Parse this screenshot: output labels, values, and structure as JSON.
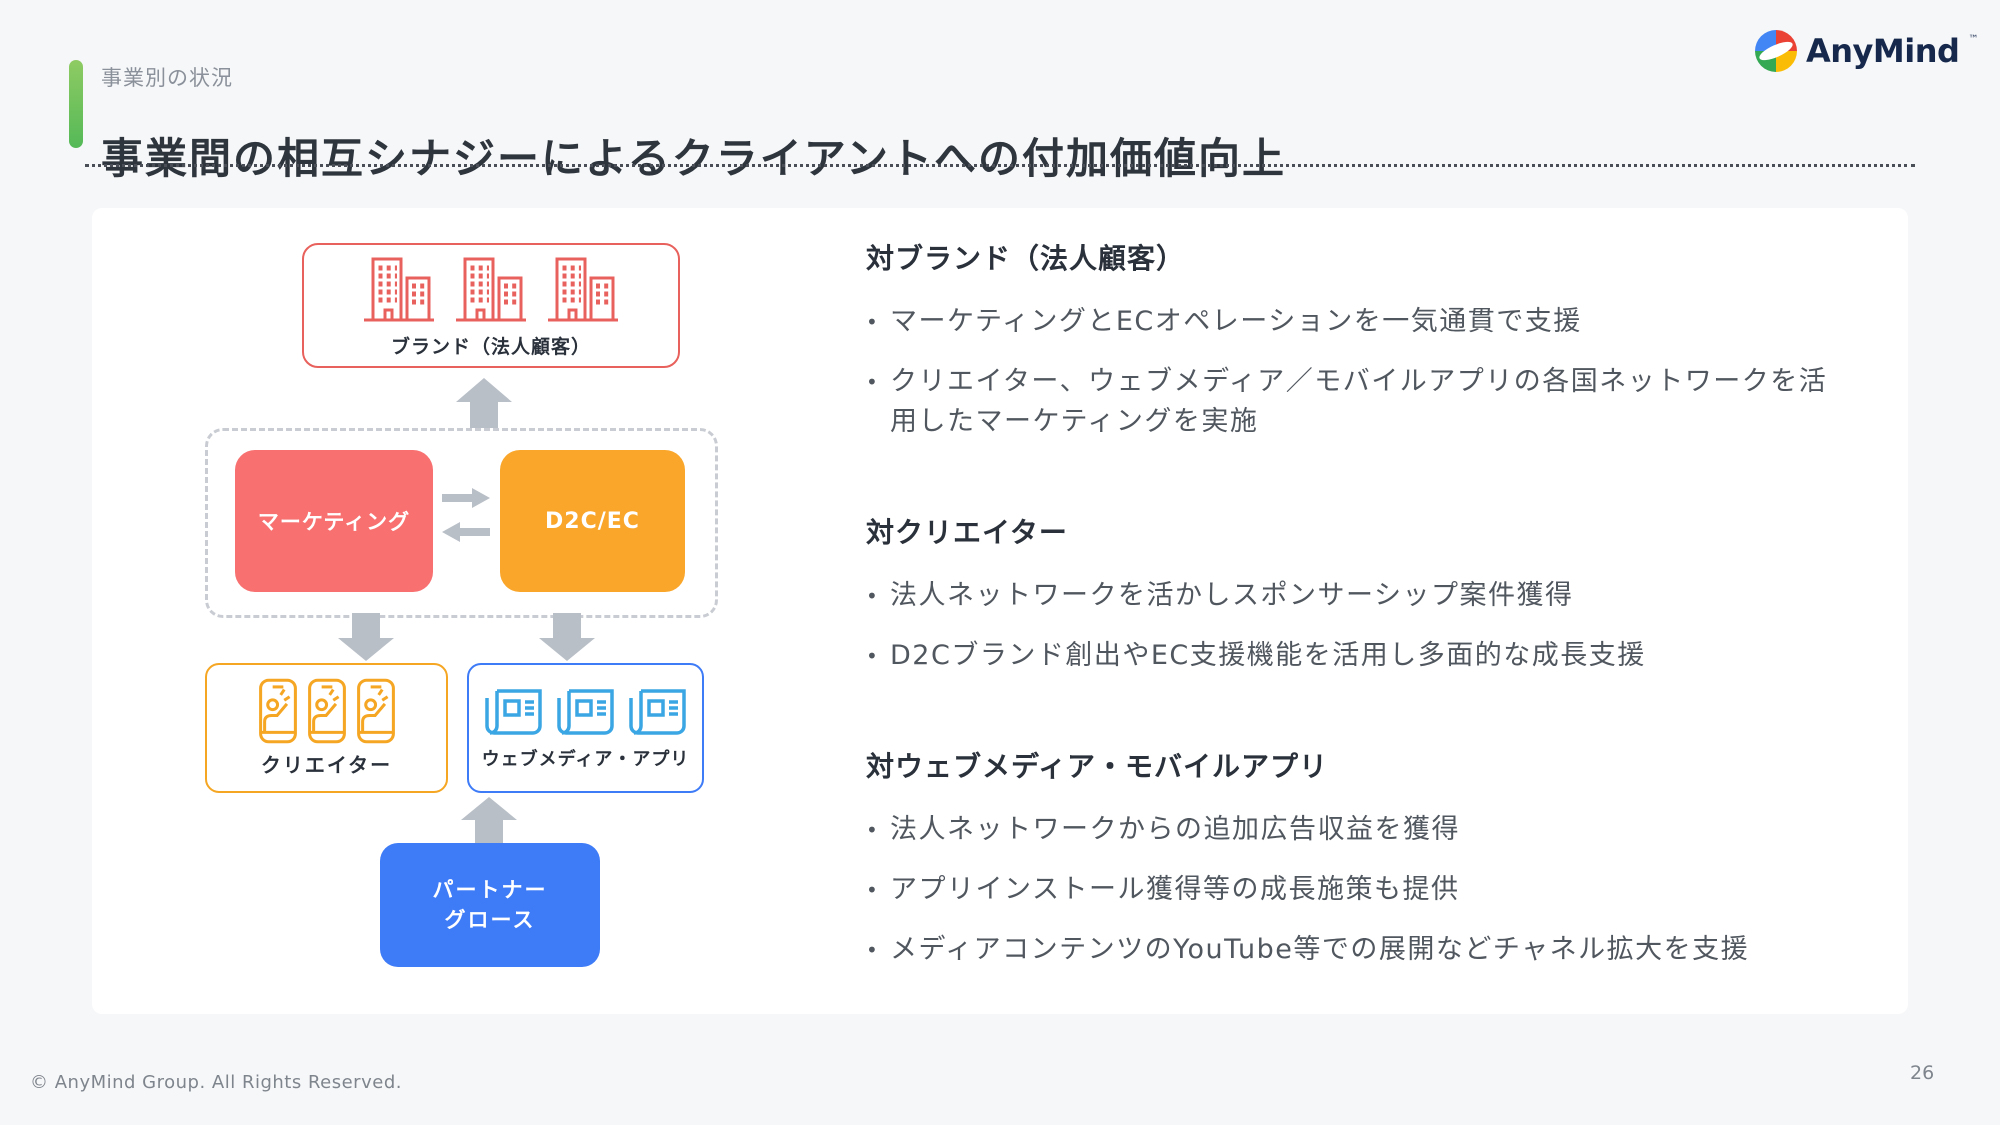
{
  "ui": {
    "bullet": "•"
  },
  "header": {
    "kicker": "事業別の状況",
    "title": "事業間の相互シナジーによるクライアントへの付加価値向上",
    "logo": {
      "text": "AnyMind",
      "tm": "™"
    }
  },
  "diagram": {
    "brand": {
      "label": "ブランド（法人顧客）"
    },
    "marketing": {
      "label": "マーケティング"
    },
    "d2c": {
      "label": "D2C/EC"
    },
    "creator": {
      "label": "クリエイター"
    },
    "media": {
      "label": "ウェブメディア・アプリ"
    },
    "partner": {
      "line1": "パートナー",
      "line2": "グロース"
    }
  },
  "sections": [
    {
      "heading": "対ブランド（法人顧客）",
      "bullets": [
        "マーケティングとECオペレーションを一気通貫で支援",
        "クリエイター、ウェブメディア／モバイルアプリの各国ネットワークを活用したマーケティングを実施"
      ]
    },
    {
      "heading": "対クリエイター",
      "bullets": [
        "法人ネットワークを活かしスポンサーシップ案件獲得",
        "D2Cブランド創出やEC支援機能を活用し多面的な成長支援"
      ]
    },
    {
      "heading": "対ウェブメディア・モバイルアプリ",
      "bullets": [
        "法人ネットワークからの追加広告収益を獲得",
        "アプリインストール獲得等の成長施策も提供",
        "メディアコンテンツのYouTube等での展開などチャネル拡大を支援"
      ]
    }
  ],
  "footer": {
    "copyright": "© AnyMind Group. All Rights Reserved.",
    "page": "26"
  },
  "colors": {
    "accent_salmon": "#f87070",
    "accent_orange": "#f9a62b",
    "accent_blue": "#3e7bf7",
    "brand_border_red": "#e8615c",
    "media_icon_blue": "#3ba6e4",
    "arrow_gray": "#b9bfc7",
    "accent_green_bar_top": "#8fcb63",
    "accent_green_bar_bottom": "#54b957"
  }
}
